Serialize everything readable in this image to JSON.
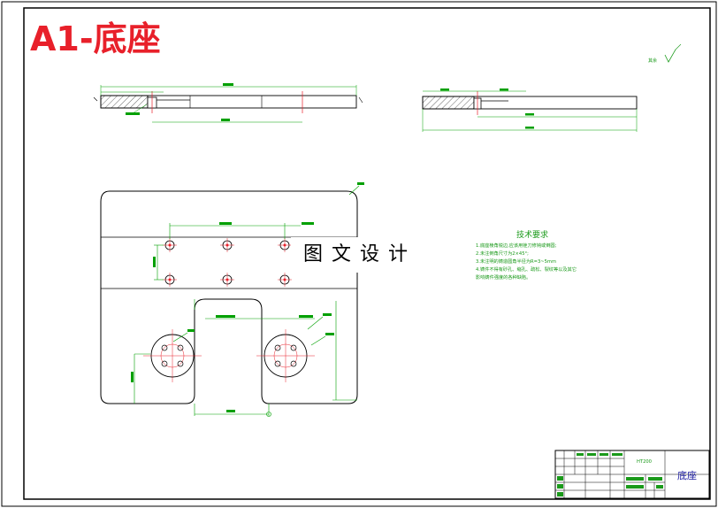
{
  "drawing": {
    "title": "A1-底座",
    "watermark": "图文设计",
    "roughness_note": "其余",
    "technical_requirements": {
      "heading": "技术要求",
      "items": [
        "1.底座棱角锐边,应该用锉刀修钝或倒圆;",
        "2.未注倒角尺寸为2×45°;",
        "3.未注明的铸造圆角半径为R=3~5mm",
        "4.铸件不得有砂孔、缩孔、疏松、裂纹等以及其它",
        "  影响铸件强度的各种缺陷。"
      ]
    },
    "title_block": {
      "part_name": "底座",
      "material": "HT200"
    }
  },
  "colors": {
    "frame": "#000000",
    "outline": "#000000",
    "dimension": "#00a000",
    "center_line": "#e8202a",
    "title": "#e8202a"
  }
}
